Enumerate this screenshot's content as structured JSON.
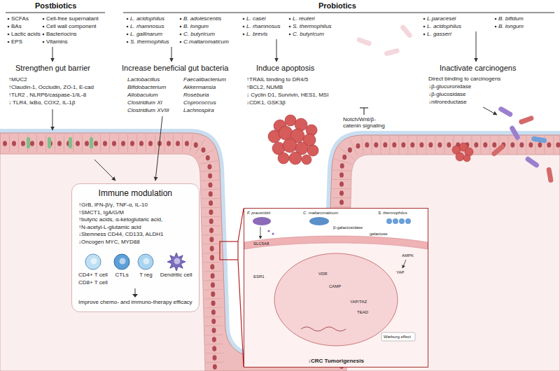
{
  "diagram": {
    "nodes": [
      {
        "text": [
          "Immune modulation",
          "↑GrB, IFN-β/γ, TNF-α, IL-10",
          "↑SMCT1, IgA/G/M",
          "↑butyric acids, α-ketoglutaric acid,",
          "↑N-acetyl-L-glutamic acid",
          "↓Stemness CD44, CD133, ALDH1",
          "↓Oncogen MYC, MYD88",
          "Improve chemo- and immuno-therapy efficacy"
        ]
      },
      {
        "text": [
          "CD4+ T cell",
          "CD8+ T cell"
        ],
        "in": 0
      },
      {
        "text": [
          "CTLs"
        ],
        "in": 0
      },
      {
        "text": [
          "T reg"
        ],
        "in": 0
      },
      {
        "text": [
          "Dendritic cell"
        ],
        "in": 0
      },
      {
        "text": [
          "↓CRC Tumorigenesis"
        ]
      }
    ],
    "labels": [
      "Postbiotics",
      "SCFAs",
      "BAs",
      "Lactic acids",
      "EPS",
      "Cell-free supernatant",
      "Cell wall component",
      "Bacteriocins",
      "Vitamins",
      "Probiotics",
      "L. acidophilus",
      "L. rhamnosus",
      "L. gallinarum",
      "S. thermophilus",
      "B. adolescentis",
      "B. longum",
      "C. butyricum",
      "C.maltaromaticum",
      "L. casei",
      "L. rhamnosus",
      "L. brevis",
      "L. reuteri",
      "S. thermophilus",
      "C. butyricum",
      "L.paracesei",
      "L. acidophilus",
      "L. gasseri",
      "B. bifidum",
      "B. longum",
      "Strengthen gut barrier",
      "↑MUC2",
      "↑Claudin-1, Occludin, ZO-1, E-cad",
      "↑TLR2 , NLRP6/caspase-1/IL-8",
      "↓ TLR4, IκBα, COX2, IL-1β",
      "Increase beneficial gut bacteria",
      "Lactobacillus",
      "Bifidobacterium",
      "Allobaculum",
      "Clostridium XI",
      "Clostridium XVIII",
      "Faecalibacterium",
      "Akkermansia",
      "Roseburia",
      "Coprococcus",
      "Lachnospira",
      "Induce apoptosis",
      "↑TRAIL binding to DR4/5",
      "↑BCL2, NUMB",
      "↓ Cyclin D1, Survivin, HES1, MSI",
      "↓CDK1, GSK3β",
      "Notch/Wnt/β-catenin signaling",
      "Inactivate carcinogens",
      "Direct binding to carcinogens",
      "↓β-glucuronidase",
      "↓β-glucosidase",
      "↓nitroreductase",
      "F. prausnitzii",
      "C. maltaromaticum",
      "S. thermophilus",
      "β-galactosidase",
      "galactose",
      "SLC5A8",
      "ESR1",
      "VDR",
      "CAMP",
      "AMPK",
      "YAP",
      "YAP/TAZ",
      "TEAD",
      "Warburg effect"
    ]
  }
}
